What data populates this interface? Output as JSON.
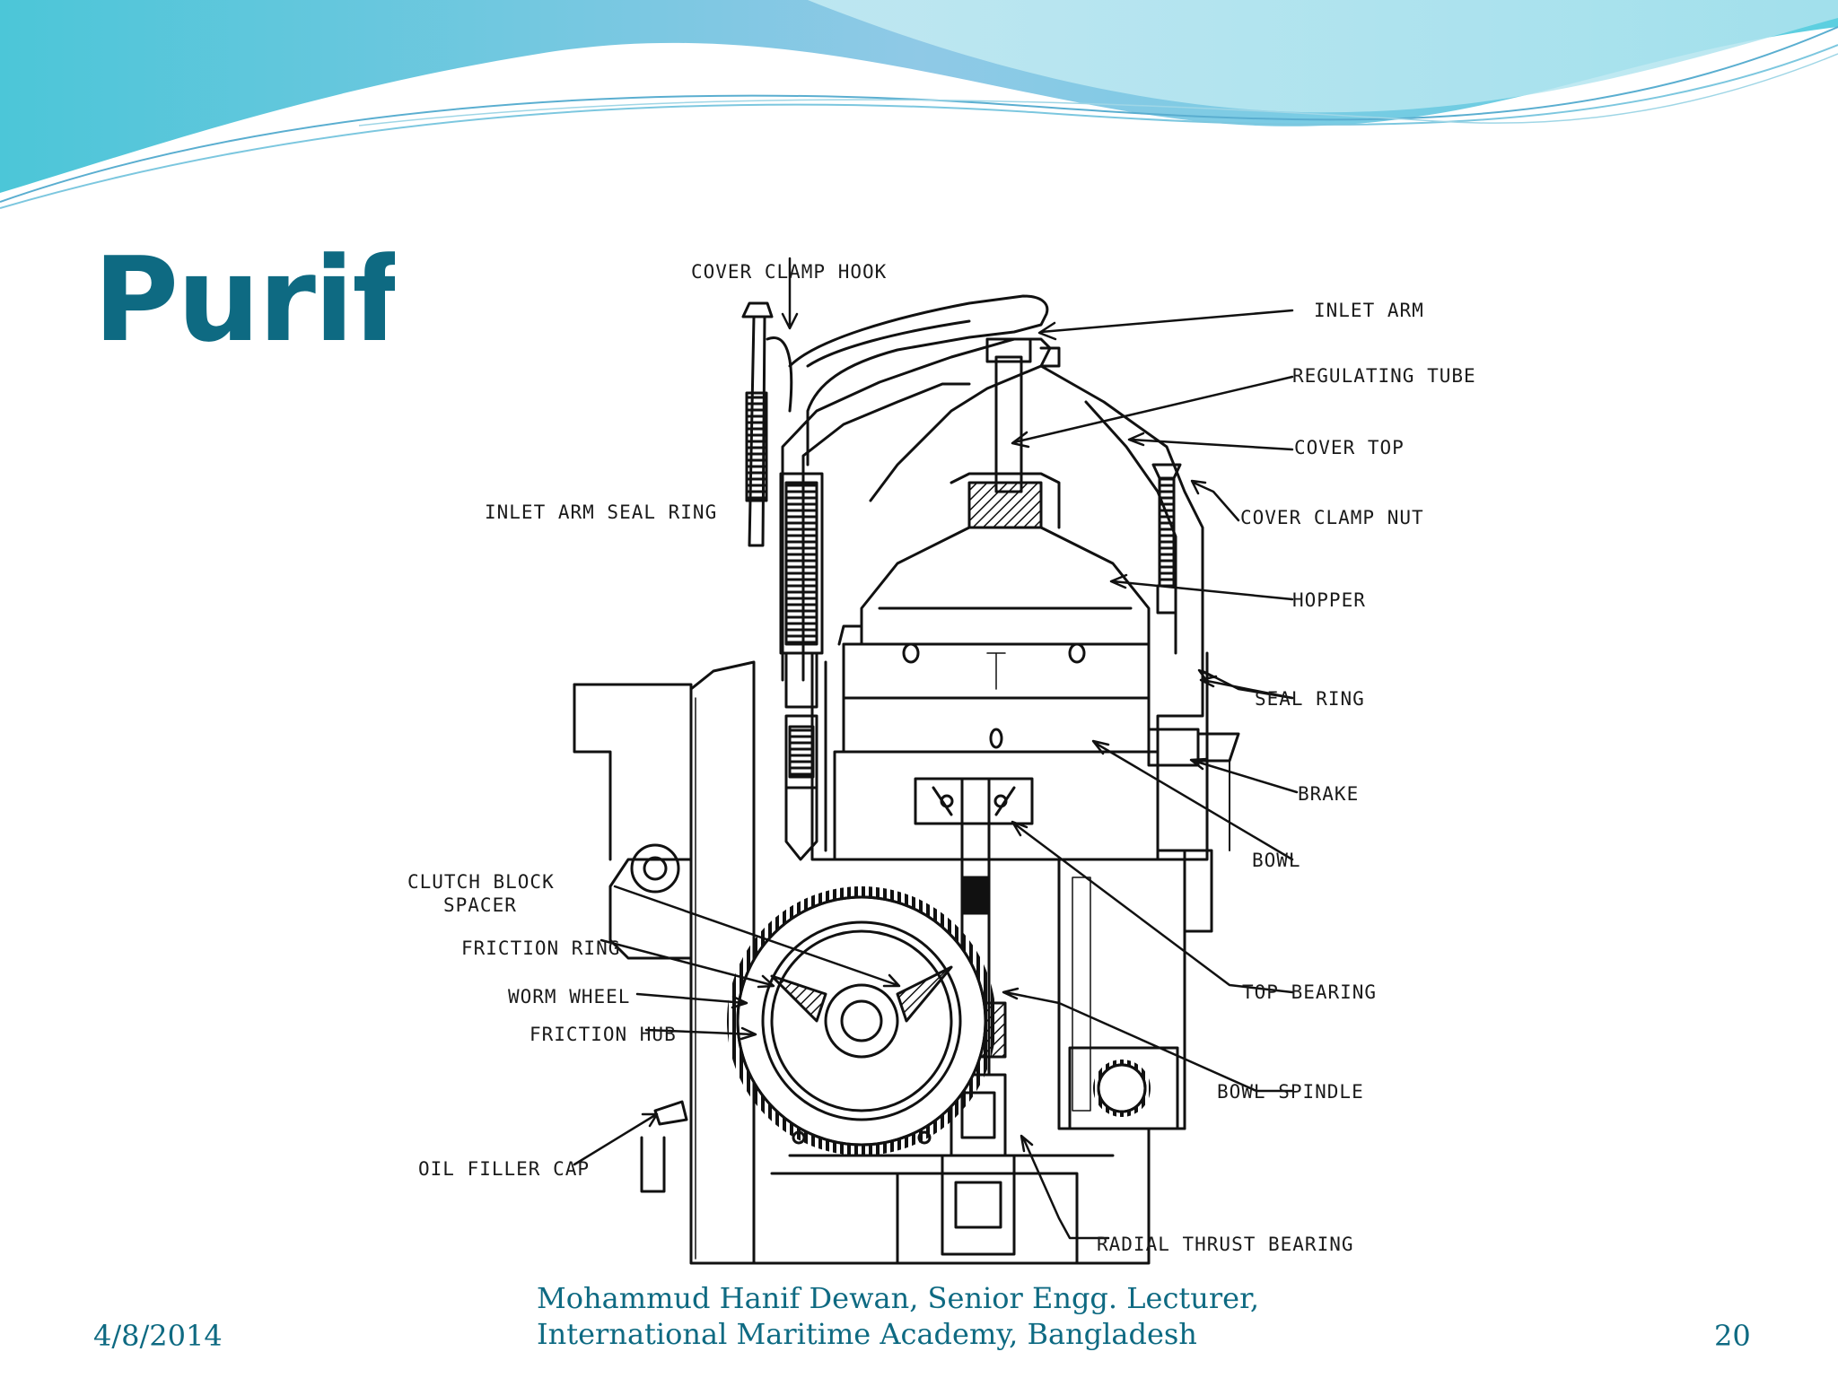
{
  "slide": {
    "title": "Purifie",
    "accent_color": "#0e6a82",
    "wave_colors": [
      "#7ec8e3",
      "#5ad0dd",
      "#b8e6ee"
    ]
  },
  "diagram": {
    "labels": {
      "cover_clamp_hook": "COVER CLAMP HOOK",
      "inlet_arm": "INLET ARM",
      "regulating_tube": "REGULATING TUBE",
      "cover_top": "COVER TOP",
      "cover_clamp_nut": "COVER CLAMP NUT",
      "inlet_arm_seal_ring": "INLET ARM SEAL RING",
      "hopper": "HOPPER",
      "seal_ring": "SEAL RING",
      "brake": "BRAKE",
      "bowl": "BOWL",
      "clutch_block_spacer_1": "CLUTCH BLOCK",
      "clutch_block_spacer_2": "SPACER",
      "friction_ring": "FRICTION RING",
      "worm_wheel": "WORM WHEEL",
      "friction_hub": "FRICTION HUB",
      "top_bearing": "TOP BEARING",
      "bowl_spindle": "BOWL SPINDLE",
      "oil_filler_cap": "OIL FILLER CAP",
      "radial_thrust_bearing": "RADIAL THRUST BEARING"
    }
  },
  "footer": {
    "date": "4/8/2014",
    "author_line1": "Mohammud Hanif Dewan, Senior Engg. Lecturer,",
    "author_line2": "International Maritime Academy, Bangladesh",
    "page_number": "20"
  }
}
